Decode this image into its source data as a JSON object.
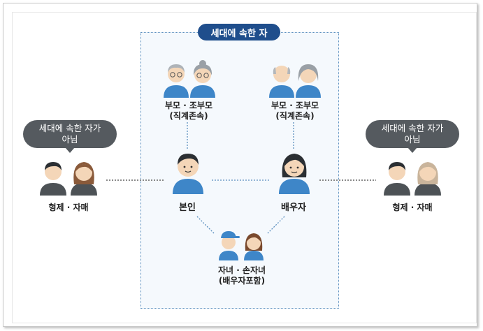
{
  "household_title": "세대에 속한 자",
  "non_member_left": {
    "line1": "세대에 속한 자가",
    "line2": "아님"
  },
  "non_member_right": {
    "line1": "세대에 속한 자가",
    "line2": "아님"
  },
  "parents_left": {
    "line1": "부모 · 조부모",
    "line2": "(직계존속)"
  },
  "parents_right": {
    "line1": "부모 · 조부모",
    "line2": "(직계존속)"
  },
  "self": "본인",
  "spouse": "배우자",
  "children": {
    "line1": "자녀 · 손자녀",
    "line2": "(배우자포함)"
  },
  "siblings_left": "형제 · 자매",
  "siblings_right": "형제 · 자매",
  "colors": {
    "navy": "#1f4e8c",
    "blue_shirt": "#3e86c8",
    "gray_shirt": "#4d5256",
    "dotted_line": "#5b8fbf"
  }
}
